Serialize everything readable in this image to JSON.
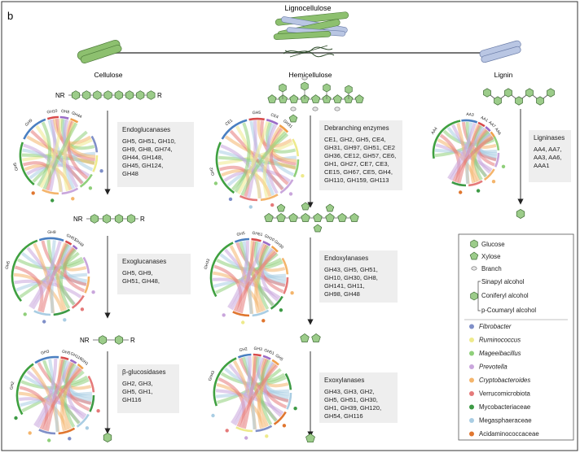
{
  "panel_label": "b",
  "top": {
    "lignocellulose": "Lignocellulose",
    "cellulose": "Cellulose",
    "hemicellulose": "Hemicellulose",
    "lignin": "Lignin"
  },
  "chain_labels": {
    "nr": "NR",
    "r": "R"
  },
  "enzymes": [
    {
      "title": "Endoglucanases",
      "lines": [
        "GH5, GH51, GH10,",
        "GH9, GH8, GH74,",
        "GH44, GH148,",
        "GH45, GH124,",
        "GH48"
      ]
    },
    {
      "title": "Debranching enzymes",
      "lines": [
        "CE1, GH2, GH5, CE4,",
        "GH31, GH97, GH51, CE2",
        "GH36, CE12, GH57, CE6,",
        "GH1, GH27, CE7, CE3,",
        "CE15, GH67, CE5, GH4,",
        "GH110, GH159, GH113"
      ]
    },
    {
      "title": "Ligninases",
      "lines": [
        "AA4, AA7,",
        "AA3, AA6,",
        "AAA1"
      ]
    },
    {
      "title": "Exoglucanases",
      "lines": [
        "GH5, GH9,",
        "GH51, GH48,"
      ]
    },
    {
      "title": "Endoxylanases",
      "lines": [
        "GH43, GH5, GH51,",
        "GH10, GH30, GH8,",
        "GH141, GH11,",
        "GH98, GH48"
      ]
    },
    {
      "title": "β-glucosidases",
      "lines": [
        "GH2, GH3,",
        "GH5, GH1,",
        "GH116"
      ]
    },
    {
      "title": "Exoxylanases",
      "lines": [
        "GH43, GH3, GH2,",
        "GH5, GH51, GH30,",
        "GH1, GH39, GH120,",
        "GH54, GH116"
      ]
    }
  ],
  "chords": [
    {
      "labels": [
        "GH5",
        "GH9",
        "GH10",
        "GH8",
        "GH44"
      ]
    },
    {
      "labels": [
        "GH2",
        "CE1",
        "GH5",
        "CE4",
        "GH31"
      ]
    },
    {
      "labels": [
        "AA4",
        "AA3",
        "AA1",
        "AA7",
        "AA6"
      ]
    },
    {
      "labels": [
        "GH5",
        "GH9",
        "GH51",
        "GH48"
      ]
    },
    {
      "labels": [
        "GH43",
        "GH5",
        "GH51",
        "GH10",
        "GH30"
      ]
    },
    {
      "labels": [
        "GH2",
        "GH3",
        "GH5",
        "GH116",
        "GH1"
      ]
    },
    {
      "labels": [
        "GH43",
        "GH2",
        "GH3",
        "GH51",
        "GH5"
      ]
    }
  ],
  "legend": {
    "glucose": "Glucose",
    "xylose": "Xylose",
    "branch": "Branch",
    "sinapyl": "Sinapyl alcohol",
    "coniferyl": "Coniferyl alcohol",
    "coumaryl": "p-Coumaryl alcohol",
    "taxa": [
      {
        "name": "Fibrobacter",
        "color": "#7f8fc8",
        "italic": true
      },
      {
        "name": "Ruminococcus",
        "color": "#eeea8c",
        "italic": true
      },
      {
        "name": "Mageeibacillus",
        "color": "#8fcf7a",
        "italic": true
      },
      {
        "name": "Prevotella",
        "color": "#c9a6dc",
        "italic": true
      },
      {
        "name": "Cryptobacteroides",
        "color": "#f4b56c",
        "italic": true
      },
      {
        "name": "Verrucomicrobiota",
        "color": "#e57a7a",
        "italic": false
      },
      {
        "name": "Mycobacteriaceae",
        "color": "#3d9a45",
        "italic": false
      },
      {
        "name": "Megasphaeraceae",
        "color": "#a9cde3",
        "italic": false
      },
      {
        "name": "Acidaminococcaceae",
        "color": "#e0762f",
        "italic": false
      }
    ]
  },
  "colors": {
    "glucose_fill": "#9ccc8a",
    "glucose_stroke": "#3f6b35",
    "fiber": "#8dc06f",
    "lignin_fiber": "#b9c6e3",
    "arc_blue": "#4a7fc1",
    "arc_red": "#d84b4b",
    "arc_purple": "#9b6cc7",
    "arc_orange": "#f0a04b",
    "arc_green": "#3fa040"
  }
}
